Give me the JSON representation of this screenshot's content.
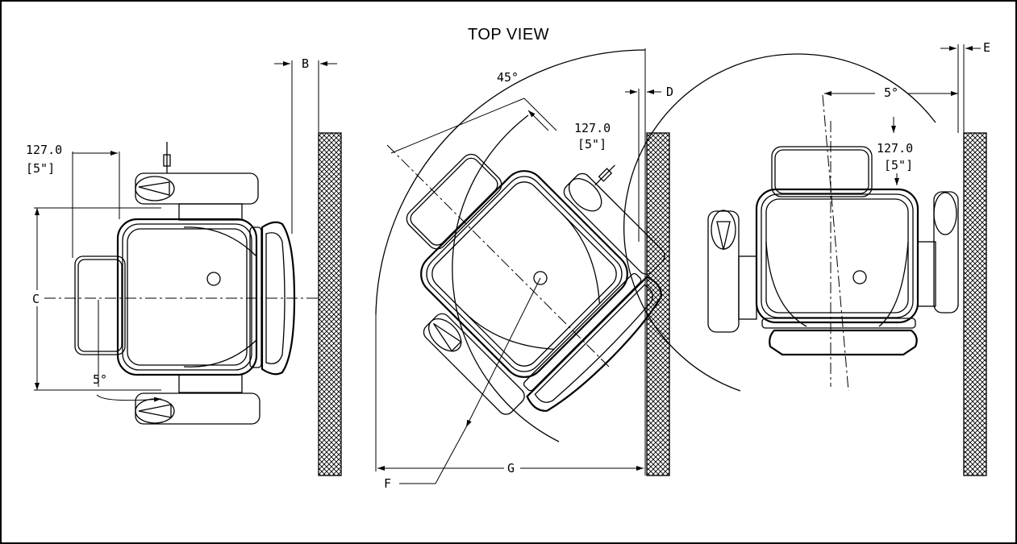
{
  "title": "TOP VIEW",
  "left_view": {
    "offset_label_mm": "127.0",
    "offset_label_in": "[5\"]",
    "angle_label": "5°",
    "clearance_label": "B",
    "width_label": "C"
  },
  "center_view": {
    "offset_label_mm": "127.0",
    "offset_label_in": "[5\"]",
    "angle_label": "45°",
    "clearance_label": "D",
    "radius_label": "F",
    "span_label": "G"
  },
  "right_view": {
    "offset_label_mm": "127.0",
    "offset_label_in": "[5\"]",
    "angle_label": "5°",
    "clearance_label": "E"
  }
}
